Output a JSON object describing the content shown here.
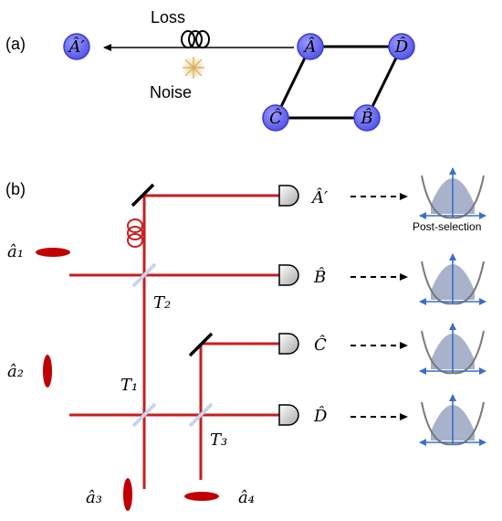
{
  "panel_a": {
    "label": "(a)",
    "loss_label": "Loss",
    "noise_label": "Noise",
    "nodes": {
      "A_prime": "Â′",
      "A": "Â",
      "D": "D̂",
      "C": "Ĉ",
      "B": "B̂"
    },
    "colors": {
      "node_fill": "#6f6ff2",
      "node_stroke": "#3b3bd0",
      "edge": "#000000",
      "noise": "#d8b060"
    }
  },
  "panel_b": {
    "label": "(b)",
    "inputs": {
      "a1": "â₁",
      "a2": "â₂",
      "a3": "â₃",
      "a4": "â₄"
    },
    "beam_splitters": {
      "T1": "T₁",
      "T2": "T₂",
      "T3": "T₃"
    },
    "detectors": {
      "A_prime": "Â′",
      "B": "B̂",
      "C": "Ĉ",
      "D": "D̂"
    },
    "post_selection_label": "Post-selection",
    "colors": {
      "beam": "#c81e1e",
      "mode_ellipse": "#c00000",
      "splitter": "#c8d4ec",
      "detector": "#c8c8c8",
      "histogram_fill": "#9aa4c2",
      "arrow_blue": "#3a6fc8"
    }
  }
}
